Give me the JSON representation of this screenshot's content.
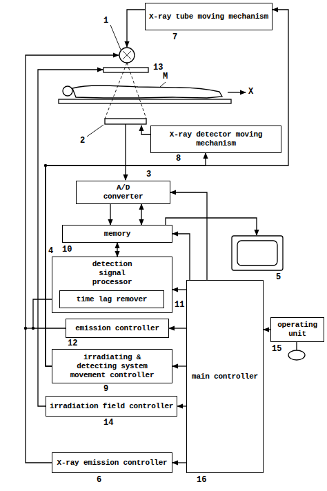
{
  "diagram": {
    "nodes": [
      {
        "text": [
          "X-ray tube moving mechanism"
        ]
      },
      {
        "text": [
          "X-ray detector moving mechanism"
        ]
      },
      {
        "text": [
          "A/D converter"
        ]
      },
      {
        "text": [
          "memory"
        ]
      },
      {
        "text": [
          "detection signal processor"
        ]
      },
      {
        "text": [
          "time lag remover"
        ],
        "in": 4
      },
      {
        "text": [
          "emission controller"
        ]
      },
      {
        "text": [
          "irradiating & detecting system movement controller"
        ]
      },
      {
        "text": [
          "irradiation field controller"
        ]
      },
      {
        "text": [
          "X-ray emission controller"
        ]
      },
      {
        "text": [
          "main controller"
        ]
      },
      {
        "text": [
          "operating unit"
        ]
      }
    ],
    "edges": [
      {
        "from": 2,
        "to": 3,
        "arrow": "to"
      },
      {
        "from": 2,
        "to": 3,
        "arrow": "both"
      },
      {
        "from": 3,
        "to": 4,
        "arrow": "both"
      },
      {
        "from": 10,
        "to": 3,
        "arrow": "to"
      },
      {
        "from": 10,
        "to": 2,
        "arrow": "to"
      },
      {
        "from": 10,
        "to": 4,
        "arrow": "to"
      },
      {
        "from": 10,
        "to": 6,
        "arrow": "to"
      },
      {
        "from": 10,
        "to": 7,
        "arrow": "to"
      },
      {
        "from": 10,
        "to": 8,
        "arrow": "to"
      },
      {
        "from": 10,
        "to": 9,
        "arrow": "to"
      },
      {
        "from": 11,
        "to": 10,
        "arrow": "to"
      },
      {
        "from": 6,
        "to": 5,
        "arrow": "to"
      },
      {
        "from": 7,
        "to": 0,
        "arrow": "to"
      },
      {
        "from": 7,
        "to": 1,
        "arrow": "to"
      }
    ],
    "labels": [
      "1",
      "13",
      "M",
      "X",
      "2",
      "7",
      "8",
      "3",
      "10",
      "4",
      "5",
      "11",
      "12",
      "9",
      "14",
      "15",
      "6",
      "16"
    ]
  }
}
